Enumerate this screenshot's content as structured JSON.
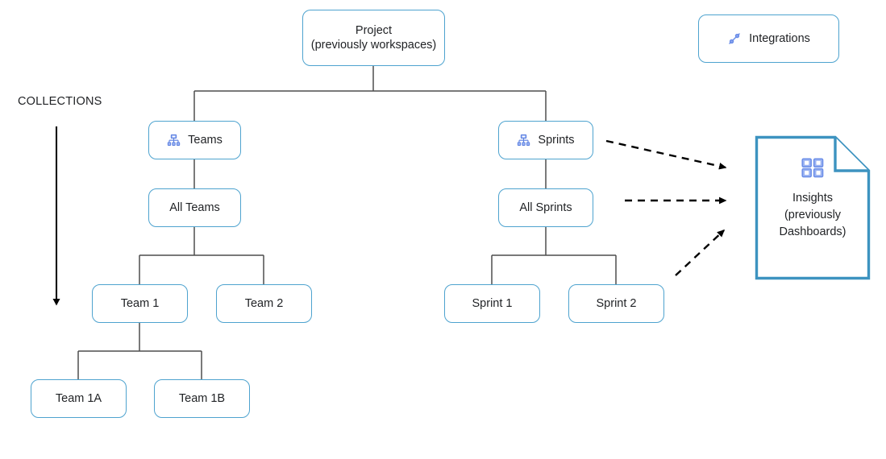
{
  "diagram": {
    "axis": {
      "label": "COLLECTIONS",
      "arrow_direction": "down"
    },
    "nodes": {
      "project": {
        "label": "Project\n(previously workspaces)",
        "icon": null
      },
      "integrations": {
        "label": "Integrations",
        "icon": "integrations-link-icon"
      },
      "teams": {
        "label": "Teams",
        "icon": "hierarchy-icon"
      },
      "sprints": {
        "label": "Sprints",
        "icon": "hierarchy-icon"
      },
      "all_teams": {
        "label": "All Teams"
      },
      "all_sprints": {
        "label": "All Sprints"
      },
      "team_1": {
        "label": "Team 1"
      },
      "team_2": {
        "label": "Team 2"
      },
      "sprint_1": {
        "label": "Sprint 1"
      },
      "sprint_2": {
        "label": "Sprint 2"
      },
      "team_1a": {
        "label": "Team 1A"
      },
      "team_1b": {
        "label": "Team 1B"
      },
      "insights": {
        "label": "Insights\n(previously\nDashboards)",
        "icon": "grid-2x2-icon"
      }
    },
    "edges": [
      {
        "from": "project",
        "to": "teams",
        "style": "solid"
      },
      {
        "from": "project",
        "to": "sprints",
        "style": "solid"
      },
      {
        "from": "teams",
        "to": "all_teams",
        "style": "solid"
      },
      {
        "from": "all_teams",
        "to": "team_1",
        "style": "solid"
      },
      {
        "from": "all_teams",
        "to": "team_2",
        "style": "solid"
      },
      {
        "from": "team_1",
        "to": "team_1a",
        "style": "solid"
      },
      {
        "from": "team_1",
        "to": "team_1b",
        "style": "solid"
      },
      {
        "from": "sprints",
        "to": "all_sprints",
        "style": "solid"
      },
      {
        "from": "all_sprints",
        "to": "sprint_1",
        "style": "solid"
      },
      {
        "from": "all_sprints",
        "to": "sprint_2",
        "style": "solid"
      },
      {
        "from": "sprints",
        "to": "insights",
        "style": "dashed-arrow"
      },
      {
        "from": "all_sprints",
        "to": "insights",
        "style": "dashed-arrow"
      },
      {
        "from": "sprint_2",
        "to": "insights",
        "style": "dashed-arrow"
      }
    ],
    "colors": {
      "node_border": "#4ea3cf",
      "node_fill": "#ffffff",
      "connector": "#4d4d4d",
      "arrow": "#000000",
      "icon_blue": "#6b8ee8",
      "text": "#1f2124",
      "document_border": "#3d93c0"
    }
  }
}
